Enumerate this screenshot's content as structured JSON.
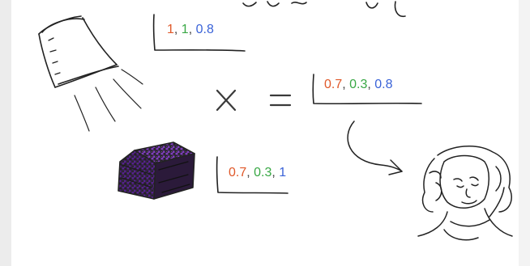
{
  "colors": {
    "red": "#e0592a",
    "green": "#39a845",
    "blue": "#3a63d8",
    "ink": "#222222",
    "cube_purple": "#7e3dbd"
  },
  "light": {
    "icon": "lamp-icon",
    "r": "1",
    "g": "1",
    "b": "0.8"
  },
  "material": {
    "icon": "purple-cube-icon",
    "r": "0.7",
    "g": "0.3",
    "b": "1"
  },
  "result": {
    "r": "0.7",
    "g": "0.3",
    "b": "0.8"
  },
  "operators": {
    "multiply": "×",
    "equals": "="
  },
  "separator": ", ",
  "viewer": {
    "icon": "person-face-icon"
  }
}
